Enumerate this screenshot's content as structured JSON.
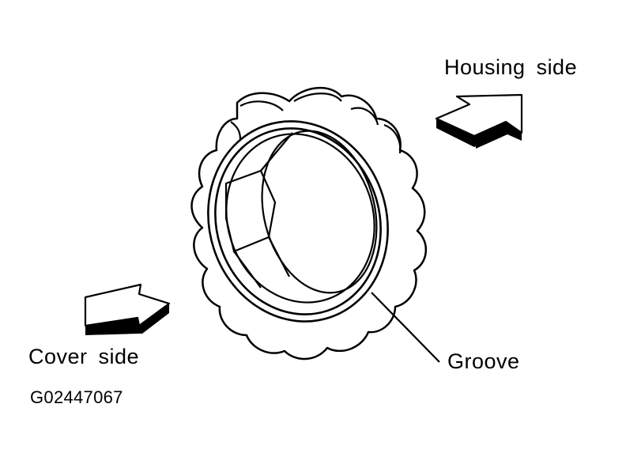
{
  "labels": {
    "housing_side": "Housing side",
    "cover_side": "Cover side",
    "groove": "Groove",
    "figure_id": "G02447067"
  },
  "colors": {
    "ink": "#000000",
    "paper": "#ffffff"
  },
  "icons": {
    "housing_arrow": "arrow-up-right-icon",
    "cover_arrow": "arrow-down-left-icon"
  }
}
